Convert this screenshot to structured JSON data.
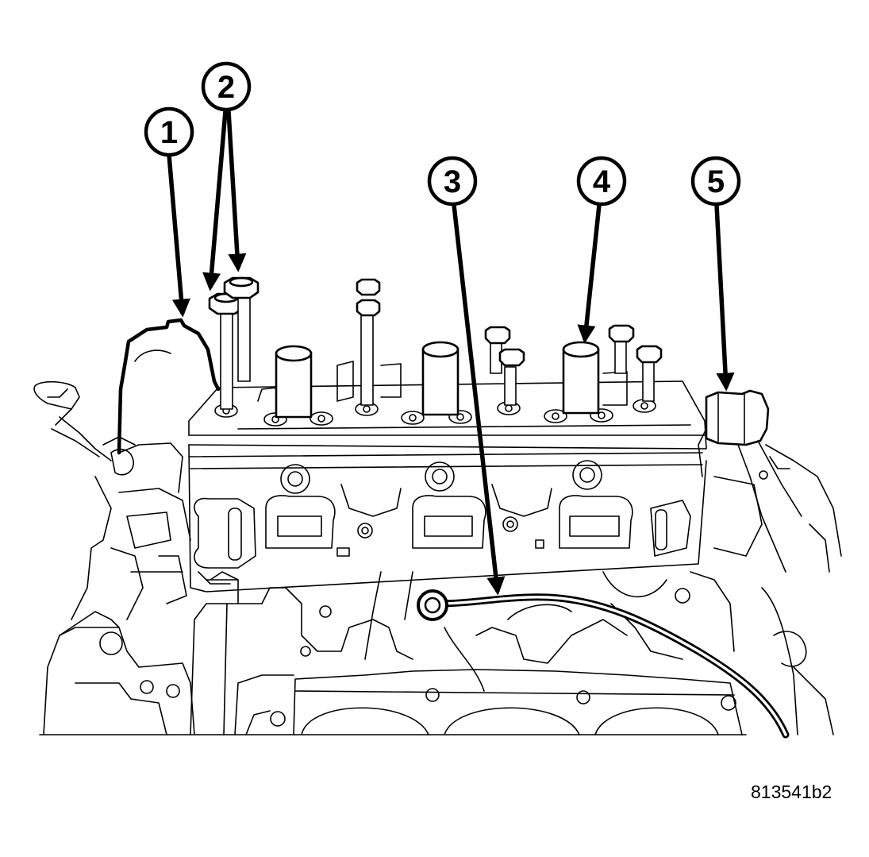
{
  "callouts": [
    {
      "id": "1",
      "label": "1"
    },
    {
      "id": "2",
      "label": "2"
    },
    {
      "id": "3",
      "label": "3"
    },
    {
      "id": "4",
      "label": "4"
    },
    {
      "id": "5",
      "label": "5"
    }
  ],
  "figure_id": "813541b2",
  "colors": {
    "line": "#000000",
    "background": "#ffffff"
  }
}
